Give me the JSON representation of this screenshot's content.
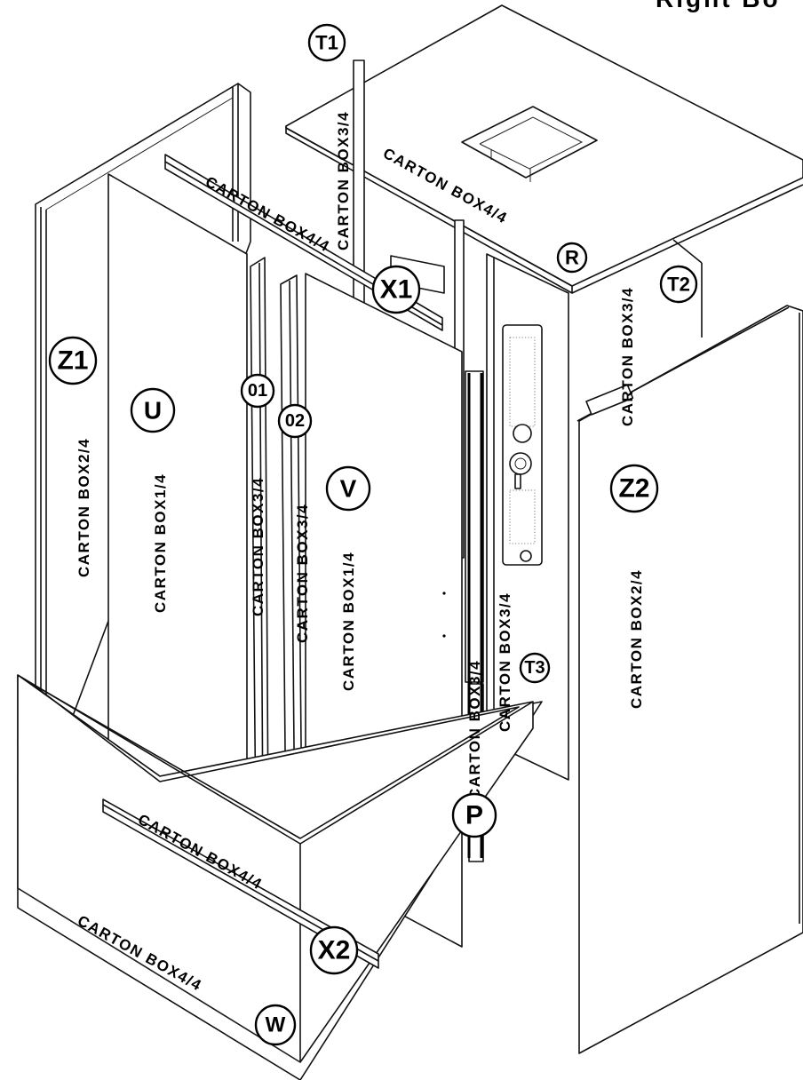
{
  "header": {
    "title_fragment": "Right Bo"
  },
  "callouts": {
    "T1": "T1",
    "R": "R",
    "T2": "T2",
    "X1": "X1",
    "Z1": "Z1",
    "U": "U",
    "O1": "01",
    "O2": "02",
    "V": "V",
    "Z2": "Z2",
    "T3": "T3",
    "P": "P",
    "X2": "X2",
    "W": "W"
  },
  "cartons": {
    "t1": "CARTON BOX3/4",
    "r": "CARTON BOX4/4",
    "t2": "CARTON BOX3/4",
    "x1": "CARTON BOX4/4",
    "z1": "CARTON BOX2/4",
    "u": "CARTON BOX1/4",
    "o1": "CARTON BOX3/4",
    "o2": "CARTON BOX3/4",
    "v": "CARTON BOX1/4",
    "p": "CARTON BOX3/4",
    "t3": "CARTON BOX3/4",
    "z2": "CARTON BOX2/4",
    "x2": "CARTON BOX4/4",
    "w": "CARTON BOX4/4"
  }
}
